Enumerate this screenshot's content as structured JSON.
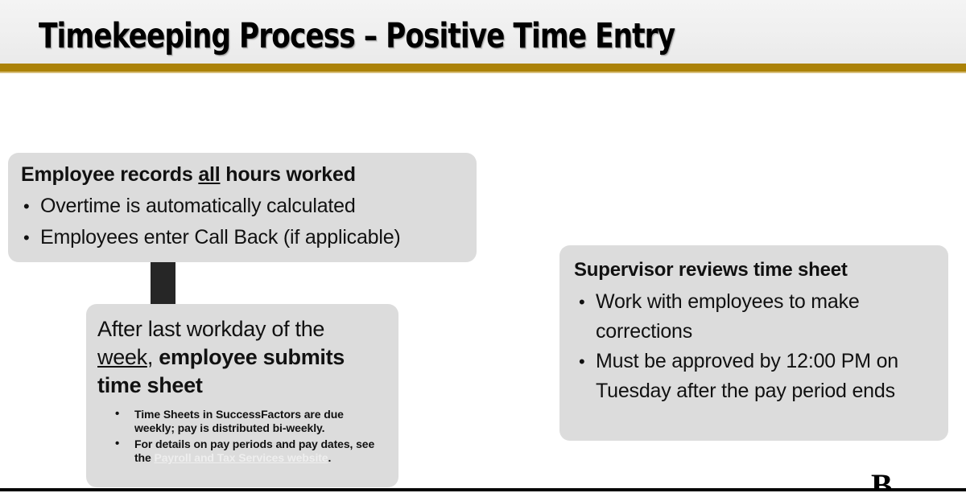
{
  "slide": {
    "title": "Timekeeping Process – Positive Time Entry",
    "accent_gold": "#ab8208",
    "accent_gold_light": "#d8bf7a",
    "box_fill": "#dcdcdc",
    "connector_color": "#262626",
    "title_band_bg": "#efefef"
  },
  "boxes": {
    "employee": {
      "heading_part1": "Employee records ",
      "heading_emphasis": "all",
      "heading_part2": " hours worked",
      "bullets": [
        "Overtime is automatically calculated",
        "Employees enter Call Back (if applicable)"
      ]
    },
    "submits": {
      "heading_part1": "After last workday of the ",
      "heading_emphasis": "week",
      "heading_part2": ", ",
      "heading_bold": "employee submits time sheet",
      "sub_bullets": [
        {
          "text": "Time Sheets in SuccessFactors are due weekly; pay is distributed bi-weekly.",
          "link_text": "",
          "tail": ""
        },
        {
          "text": "For details on pay periods and pay dates, see the ",
          "link_text": "Payroll and Tax Services website",
          "tail": "."
        }
      ]
    },
    "supervisor": {
      "heading": "Supervisor reviews time sheet",
      "bullets": [
        "Work with employees to make corrections",
        "Must be approved by 12:00 PM on Tuesday after the pay period ends"
      ]
    }
  },
  "connectors": {
    "vertical_label": "employee-to-submits-connector",
    "horizontal_label": "submits-to-supervisor-connector"
  },
  "footer": {
    "mark": "B"
  }
}
